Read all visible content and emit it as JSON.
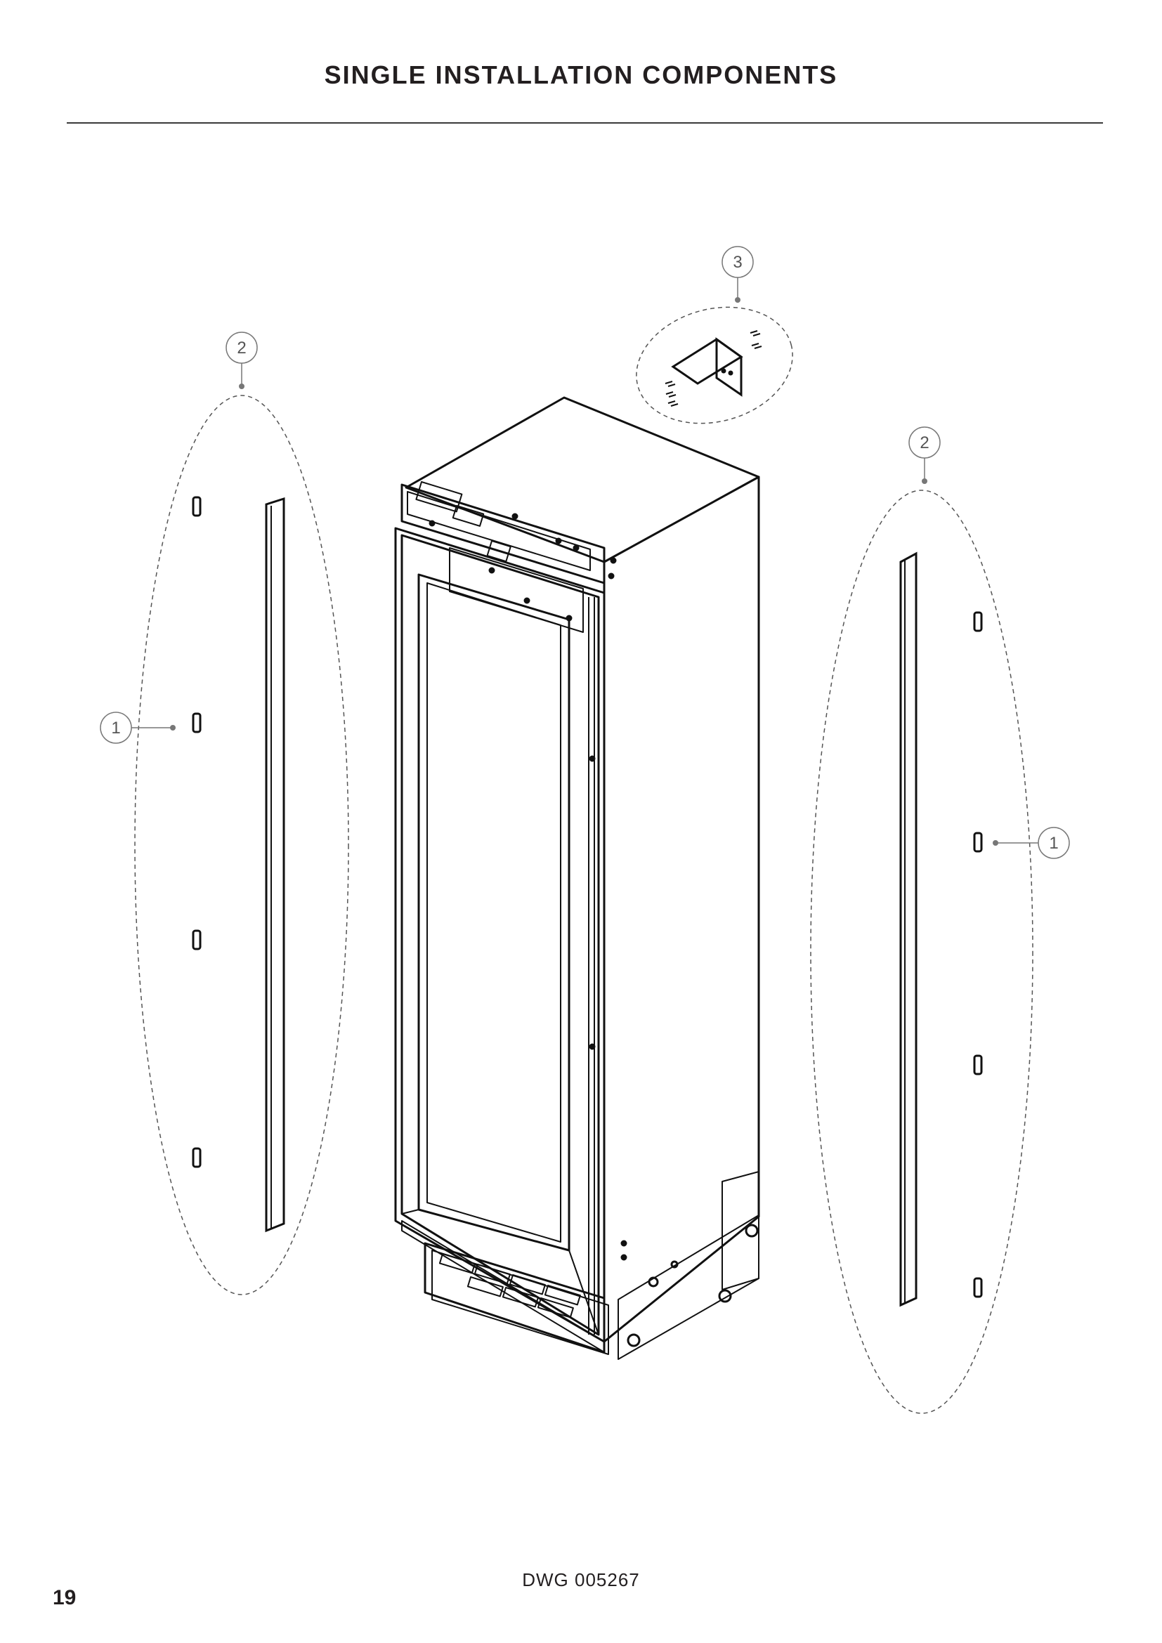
{
  "page": {
    "title": "SINGLE INSTALLATION COMPONENTS",
    "drawing_number": "DWG 005267",
    "page_number": "19"
  },
  "callouts": [
    {
      "id": "left-1",
      "label": "1"
    },
    {
      "id": "left-2",
      "label": "2"
    },
    {
      "id": "top-3",
      "label": "3"
    },
    {
      "id": "right-2",
      "label": "2"
    },
    {
      "id": "right-1",
      "label": "1"
    }
  ]
}
